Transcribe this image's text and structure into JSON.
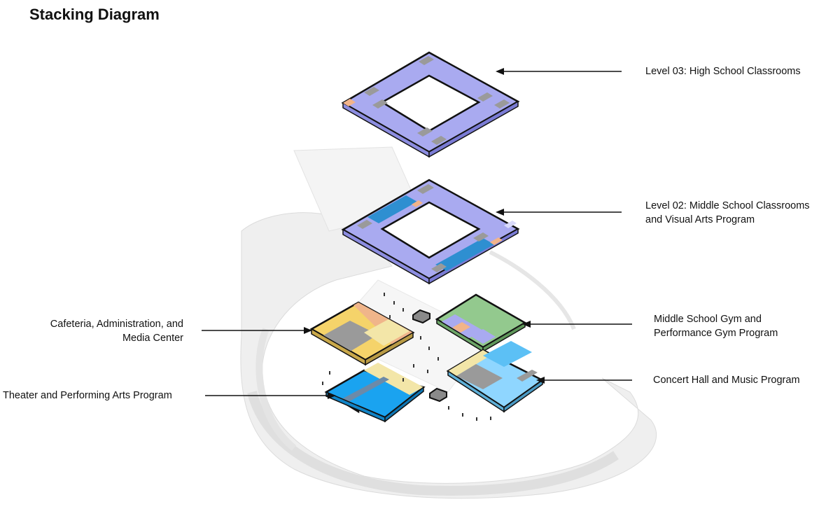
{
  "title": "Stacking Diagram",
  "labels": {
    "level03": [
      "Level 03: High School Classrooms"
    ],
    "level02": [
      "Level 02: Middle School Classrooms",
      "and Visual Arts Program"
    ],
    "cafeteria": [
      "Cafeteria, Administration, and",
      "Media Center"
    ],
    "gym": [
      "Middle School Gym and",
      "Performance Gym Program"
    ],
    "theater": [
      "Theater and Performing Arts Program"
    ],
    "concert": [
      "Concert Hall and Music Program"
    ]
  },
  "colors": {
    "classroom_lavender": "#a9aaf0",
    "gray_core": "#9a9a9a",
    "orange_accent": "#f2b48a",
    "blue_arts": "#2e8fd1",
    "yellow": "#f5d36a",
    "light_yellow": "#f3e6a8",
    "peach": "#f0b58a",
    "green_gym": "#93c98e",
    "bright_blue": "#1aa3f0",
    "light_blue": "#8fd6ff",
    "site_gray": "#e8e8e8",
    "outline": "#111111"
  }
}
